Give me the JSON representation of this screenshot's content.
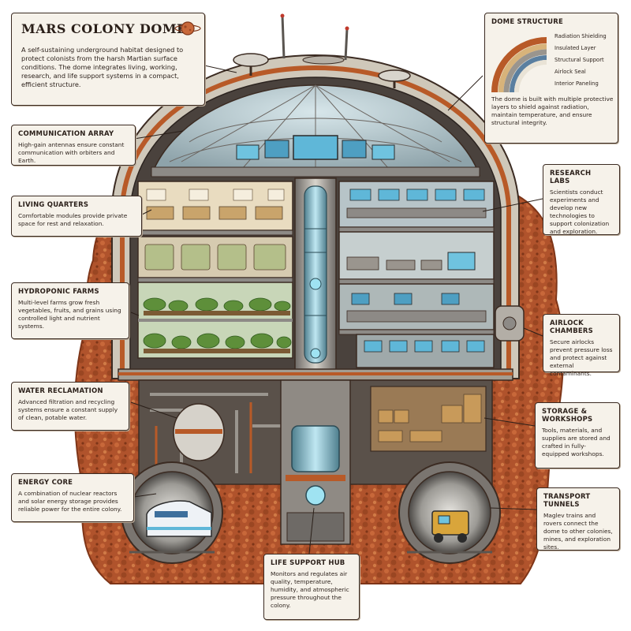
{
  "title": {
    "heading": "MARS COLONY DOME",
    "text": "A self-sustaining underground habitat designed to protect colonists from the harsh Martian surface conditions. The dome integrates living, working, research, and life support systems in a compact, efficient structure."
  },
  "structure": {
    "heading": "DOME STRUCTURE",
    "layers": [
      "Radiation Shielding",
      "Insulated Layer",
      "Structural Support",
      "Airlock Seal",
      "Interior Paneling"
    ],
    "text": "The dome is built with multiple protective layers to shield against radiation, maintain temperature, and ensure structural integrity."
  },
  "callouts": {
    "communication": {
      "heading": "COMMUNICATION ARRAY",
      "text": "High-gain antennas ensure constant communication with orbiters and Earth."
    },
    "living": {
      "heading": "LIVING QUARTERS",
      "text": "Comfortable modules provide private space for rest and relaxation."
    },
    "hydroponic": {
      "heading": "HYDROPONIC FARMS",
      "text": "Multi-level farms grow fresh vegetables, fruits, and grains using controlled light and nutrient systems."
    },
    "water": {
      "heading": "WATER RECLAMATION",
      "text": "Advanced filtration and recycling systems ensure a constant supply of clean, potable water."
    },
    "energy": {
      "heading": "ENERGY CORE",
      "text": "A combination of nuclear reactors and solar energy storage provides reliable power for the entire colony."
    },
    "research": {
      "heading": "RESEARCH LABS",
      "text": "Scientists conduct experiments and develop new technologies to support colonization and exploration."
    },
    "airlock": {
      "heading": "AIRLOCK CHAMBERS",
      "text": "Secure airlocks prevent pressure loss and protect against external contaminants."
    },
    "storage": {
      "heading": "STORAGE & WORKSHOPS",
      "text": "Tools, materials, and supplies are stored and crafted in fully-equipped workshops."
    },
    "tunnels": {
      "heading": "TRANSPORT TUNNELS",
      "text": "Maglev trains and rovers connect the dome to other colonies, mines, and exploration sites."
    },
    "life_support": {
      "heading": "LIFE SUPPORT HUB",
      "text": "Monitors and regulates air quality, temperature, humidity, and atmospheric pressure throughout the colony."
    }
  },
  "colors": {
    "soil": "#b0532c",
    "soil_dark": "#7e3518",
    "dome_frame": "#c9c2b5",
    "dome_trim": "#b85a28",
    "interior_dark": "#3a3430",
    "plant_green": "#5e8f3a",
    "screen_blue": "#5fb7d8",
    "metal": "#8d8a86",
    "label_bg": "#f6f2ea",
    "ink": "#2a1f19"
  }
}
